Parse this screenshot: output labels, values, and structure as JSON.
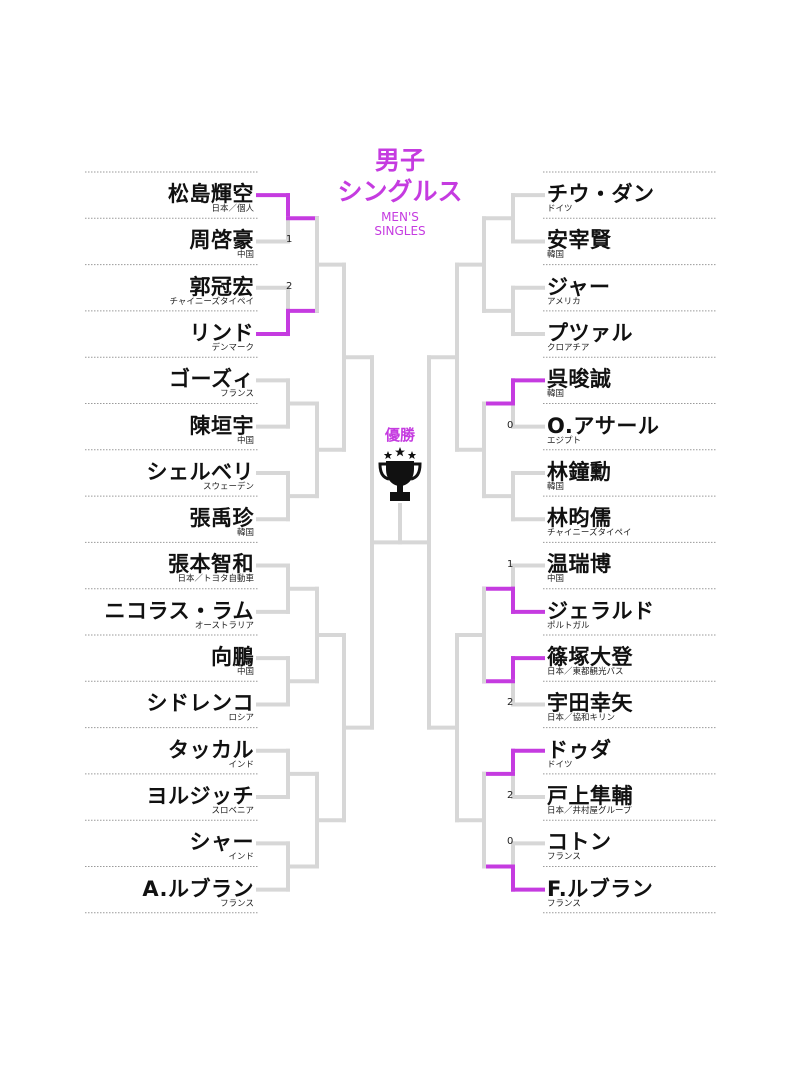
{
  "title": {
    "jp_line1": "男子",
    "jp_line2": "シングルス",
    "en_line1": "MEN'S",
    "en_line2": "SINGLES"
  },
  "champion_label": "優勝",
  "colors": {
    "accent": "#c53be0",
    "line": "#d7d7d7",
    "text": "#111111"
  },
  "icons": {
    "trophy": "trophy-icon"
  },
  "left_players": [
    {
      "name": "松島輝空",
      "affil": "日本／個人",
      "advanced": true
    },
    {
      "name": "周啓豪",
      "affil": "中国",
      "score": "1"
    },
    {
      "name": "郭冠宏",
      "affil": "チャイニーズタイペイ",
      "score": "2"
    },
    {
      "name": "リンド",
      "affil": "デンマーク",
      "advanced": true
    },
    {
      "name": "ゴーズィ",
      "affil": "フランス"
    },
    {
      "name": "陳垣宇",
      "affil": "中国"
    },
    {
      "name": "シェルベリ",
      "affil": "スウェーデン"
    },
    {
      "name": "張禹珍",
      "affil": "韓国"
    },
    {
      "name": "張本智和",
      "affil": "日本／トヨタ自動車"
    },
    {
      "name": "ニコラス・ラム",
      "affil": "オーストラリア"
    },
    {
      "name": "向鵬",
      "affil": "中国"
    },
    {
      "name": "シドレンコ",
      "affil": "ロシア"
    },
    {
      "name": "タッカル",
      "affil": "インド"
    },
    {
      "name": "ヨルジッチ",
      "affil": "スロベニア"
    },
    {
      "name": "シャー",
      "affil": "インド"
    },
    {
      "name": "A.ルブラン",
      "affil": "フランス"
    }
  ],
  "right_players": [
    {
      "name": "チウ・ダン",
      "affil": "ドイツ"
    },
    {
      "name": "安宰賢",
      "affil": "韓国"
    },
    {
      "name": "ジャー",
      "affil": "アメリカ"
    },
    {
      "name": "プツァル",
      "affil": "クロアチア"
    },
    {
      "name": "呉晙誠",
      "affil": "韓国",
      "advanced": true
    },
    {
      "name": "O.アサール",
      "affil": "エジプト",
      "score": "0"
    },
    {
      "name": "林鐘勳",
      "affil": "韓国"
    },
    {
      "name": "林昀儒",
      "affil": "チャイニーズタイペイ"
    },
    {
      "name": "温瑞博",
      "affil": "中国",
      "score": "1"
    },
    {
      "name": "ジェラルド",
      "affil": "ポルトガル",
      "advanced": true
    },
    {
      "name": "篠塚大登",
      "affil": "日本／東都観光バス",
      "advanced": true
    },
    {
      "name": "宇田幸矢",
      "affil": "日本／協和キリン",
      "score": "2"
    },
    {
      "name": "ドゥダ",
      "affil": "ドイツ",
      "advanced": true
    },
    {
      "name": "戸上隼輔",
      "affil": "日本／井村屋グループ",
      "score": "2"
    },
    {
      "name": "コトン",
      "affil": "フランス",
      "score": "0"
    },
    {
      "name": "F.ルブラン",
      "affil": "フランス",
      "advanced": true
    }
  ]
}
